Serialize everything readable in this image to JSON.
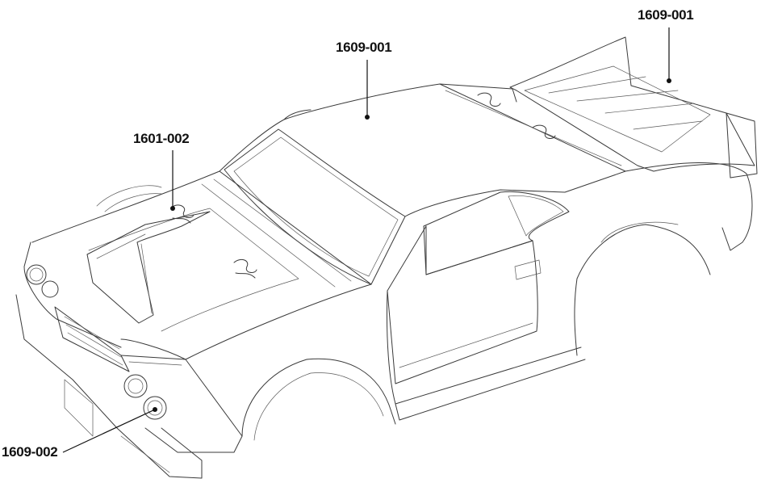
{
  "callouts": {
    "roof": {
      "label": "1609-001"
    },
    "wing": {
      "label": "1609-001"
    },
    "hood_clip": {
      "label": "1601-002"
    },
    "headlight": {
      "label": "1609-002"
    }
  }
}
